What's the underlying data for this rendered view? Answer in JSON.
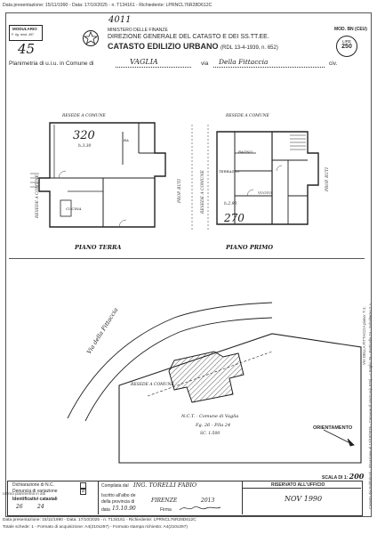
{
  "header_stamp": "Data presentazione: 15/11/1990 - Data: 17/10/2025 - n. T134161 - Richiedente: LPRNCL76R28D612C",
  "form": {
    "modulario": "MODULARIO",
    "modulario_code": "F. rig. rend. 497",
    "form_number": "45",
    "sheet_number": "4011",
    "ministry": "MINISTERO DELLE FINANZE",
    "direction": "DIREZIONE GENERALE DEL CATASTO E DEI SS.TT.EE.",
    "title": "CATASTO EDILIZIO URBANO",
    "law": "(RDL 13-4-1939, n. 652)",
    "model": "MOD. BN (CEU)",
    "lire_label": "LIRE",
    "lire_value": "250",
    "planimetria_label": "Planimetria di u.i.u. in Comune di",
    "comune": "VAGLIA",
    "via_label": "via",
    "via_value": "Della Fittaccia",
    "civ_label": "civ."
  },
  "plan": {
    "left_top_label": "RESEDE A COMUNE",
    "right_top_label": "RESEDE A COMUNE",
    "number_left": "320",
    "height_left": "h.3.30",
    "number_right": "270",
    "height_right": "h.2.90",
    "floor_left": "PIANO TERRA",
    "floor_right": "PIANO PRIMO",
    "room_cucina": "CUCINA",
    "room_ba": "BA",
    "room_bagno": "BAGNO",
    "room_terrazzo": "TERRAZZO",
    "resede_verticale": "RESEDE A COMUNE",
    "resede_verticale2": "RESEDE A COMUNE",
    "vuoto": "VUOTO",
    "proprieta": "PROP. BUTI",
    "right_margin_stamp": "Ultima planimetria in atti"
  },
  "map": {
    "street": "Via della Fittaccia",
    "resede": "RESEDE A COMUNE",
    "nct": "N.C.T. - Comune di Vaglia",
    "foglio": "Fg. 26 - P.lla 24",
    "scala": "SC. 1:500",
    "orientamento": "ORIENTAMENTO",
    "scala_label": "SCALA DI 1:",
    "scala_value": "200"
  },
  "footer": {
    "dichiarazione": "Dichiarazione di N.C.",
    "denuncia": "Denuncia di variazione",
    "identificativi": "Identificativi catastali",
    "compilata_label": "Compilata dal",
    "compilata_value": "ING. TORELLI FABIO",
    "iscritto_label": "Iscritto all'albo de",
    "provincia_label": "della provincia di",
    "provincia_value": "FIRENZE",
    "numero": "2013",
    "data_label": "data",
    "data_value": "15.10.90",
    "firma_label": "Firma",
    "riservato": "RISERVATO ALL'UFFICIO",
    "nov": "NOV 1990",
    "foglio_val": "26",
    "particella_val": "24",
    "bottom_stamp1": "Ultima planimetria in atti",
    "bottom_stamp2": "Data presentazione: 15/11/1990 - Data: 17/10/2025 - n. T134161 - Richiedente: LPRNCL76R28D612C",
    "bottom_stamp3": "Totale schede: 1 - Formato di acquisizione: A4(210x297) - Formato stampa richiesto: A4(210x297)"
  },
  "side_stamp": "Catasto dei Fabbricati - Situazione al 17/10/2025 - Comune di VAGLIA(L529) - < Foglio 26 - Particella 24 - Subalterno 2 >",
  "side_stamp2": "VIA DELLA FITTACCIA piano: T-1;"
}
